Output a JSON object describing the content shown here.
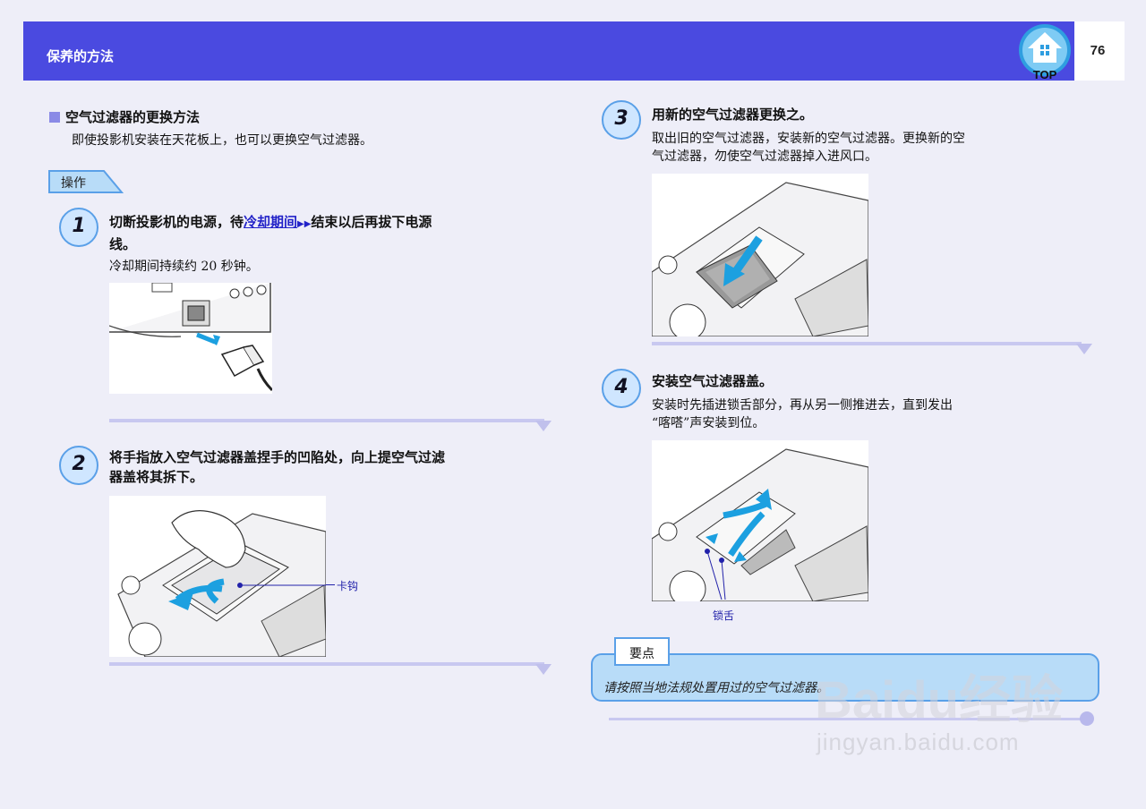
{
  "header": {
    "title": "保养的方法",
    "page_number": "76",
    "top_label": "TOP"
  },
  "section": {
    "title": "空气过滤器的更换方法",
    "intro": "即使投影机安装在天花板上，也可以更换空气过滤器。"
  },
  "operation_tab": "操作",
  "steps": [
    {
      "number": "1",
      "heading_pre": "切断投影机的电源，待",
      "heading_link": "冷却期间",
      "heading_post": "结束以后再拔下电源",
      "heading_line2": "线。",
      "body": "冷却期间持续约  20  秒钟。"
    },
    {
      "number": "2",
      "heading_line1": "将手指放入空气过滤器盖捏手的凹陷处，向上提空气过滤",
      "heading_line2": "器盖将其拆下。",
      "callout": "卡钩"
    },
    {
      "number": "3",
      "heading": "用新的空气过滤器更换之。",
      "body_line1": "取出旧的空气过滤器，安装新的空气过滤器。更换新的空",
      "body_line2": "气过滤器，勿使空气过滤器掉入进风口。"
    },
    {
      "number": "4",
      "heading": "安装空气过滤器盖。",
      "body_line1": "安装时先插进锁舌部分，再从另一侧推进去，直到发出",
      "body_line2": "“喀嗒”声安装到位。",
      "callout": "锁舌"
    }
  ],
  "note": {
    "tab": "要点",
    "text": "请按照当地法规处置用过的空气过滤器。"
  },
  "watermark": {
    "brand": "Baidu经验",
    "url": "jingyan.baidu.com"
  },
  "colors": {
    "header": "#4a4ae0",
    "accent": "#5aa0e8",
    "link": "#2222c8",
    "background": "#eeeef8"
  }
}
